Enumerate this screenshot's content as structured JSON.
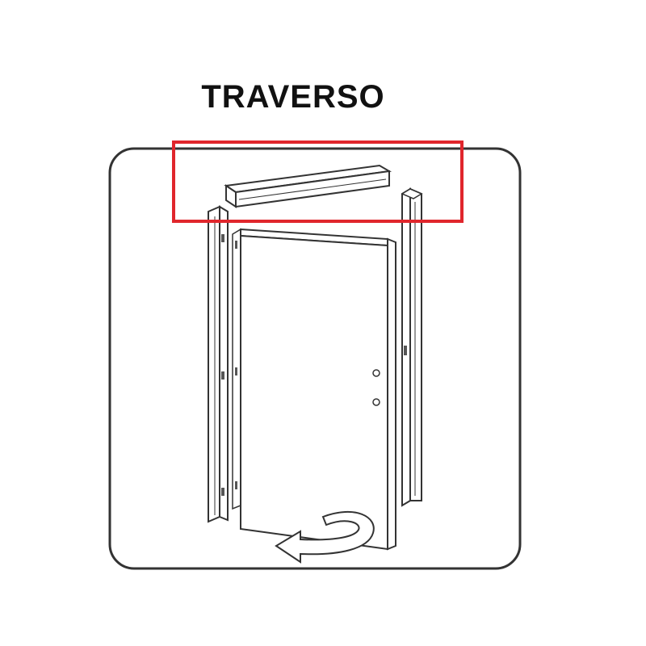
{
  "title": "TRAVERSO",
  "colors": {
    "highlight": "#e0262c",
    "outline": "#333333",
    "background": "#ffffff"
  },
  "parts": [
    "top-crossbar",
    "left-jamb",
    "right-jamb",
    "door-leaf",
    "rotation-arrow"
  ]
}
